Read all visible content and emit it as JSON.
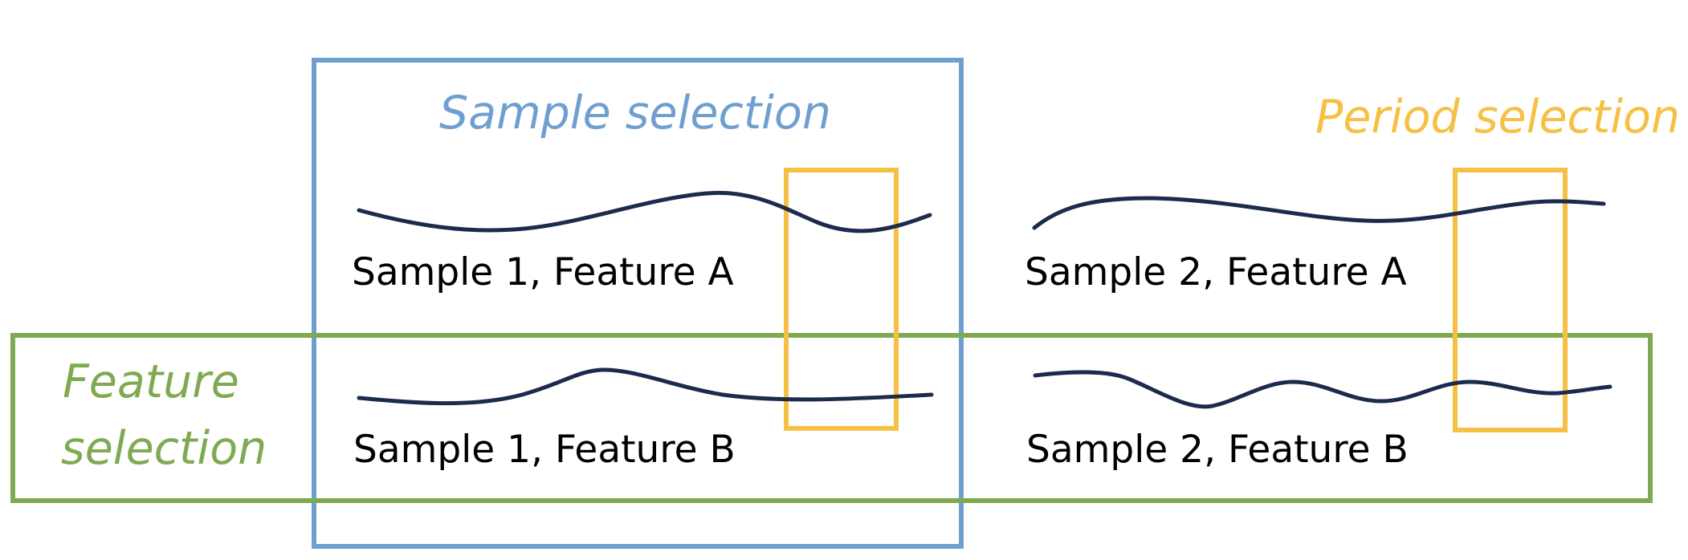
{
  "titles": {
    "sample_selection": "Sample selection",
    "period_selection": "Period selection",
    "feature_selection_line1": "Feature",
    "feature_selection_line2": "selection"
  },
  "series_labels": {
    "s1_fa": "Sample 1, Feature A",
    "s1_fb": "Sample 1, Feature B",
    "s2_fa": "Sample 2, Feature A",
    "s2_fb": "Sample 2, Feature B"
  },
  "colors": {
    "sample_selection": "#6f9fd0",
    "period_selection": "#f6c044",
    "feature_selection": "#7faa52",
    "signal_line": "#1c2b4d"
  }
}
